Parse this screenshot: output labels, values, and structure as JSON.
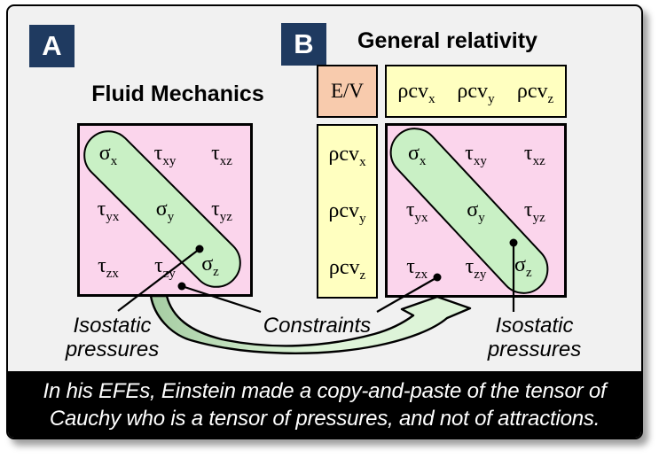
{
  "colors": {
    "bg_outer": "#FFFFFF",
    "panel_bg": "#F1F1F1",
    "badge_navy": "#1F3A60",
    "matrix_pink": "#FBD5EC",
    "capsule_green": "#C9F0C5",
    "vector_yellow": "#FFFFC0",
    "energy_peach": "#F8CBAD",
    "arrow_green_dark": "#A5CCA2",
    "arrow_green_light": "#DDF4D8",
    "caption_bg": "#000000",
    "caption_text": "#FFFFFF"
  },
  "panel_a": {
    "badge": "A",
    "title": "Fluid Mechanics"
  },
  "panel_b": {
    "badge": "B",
    "title": "General relativity"
  },
  "energy_cell": {
    "label": "E/V"
  },
  "momentum_row": [
    {
      "base": "ρcv",
      "sub": "x"
    },
    {
      "base": "ρcv",
      "sub": "y"
    },
    {
      "base": "ρcv",
      "sub": "z"
    }
  ],
  "momentum_col": [
    {
      "base": "ρcv",
      "sub": "x"
    },
    {
      "base": "ρcv",
      "sub": "y"
    },
    {
      "base": "ρcv",
      "sub": "z"
    }
  ],
  "stress_tensor": {
    "cells": [
      {
        "base": "σ",
        "sub": "x"
      },
      {
        "base": "τ",
        "sub": "xy"
      },
      {
        "base": "τ",
        "sub": "xz"
      },
      {
        "base": "τ",
        "sub": "yx"
      },
      {
        "base": "σ",
        "sub": "y"
      },
      {
        "base": "τ",
        "sub": "yz"
      },
      {
        "base": "τ",
        "sub": "zx"
      },
      {
        "base": "τ",
        "sub": "zy"
      },
      {
        "base": "σ",
        "sub": "z"
      }
    ]
  },
  "annotations": {
    "isostatic_left": {
      "line1": "Isostatic",
      "line2": "pressures"
    },
    "constraints": "Constraints",
    "isostatic_right": {
      "line1": "Isostatic",
      "line2": "pressures"
    }
  },
  "caption": {
    "line1": "In his EFEs, Einstein made a copy-and-paste of the tensor of",
    "line2": "Cauchy who is a tensor of pressures, and not of attractions."
  }
}
